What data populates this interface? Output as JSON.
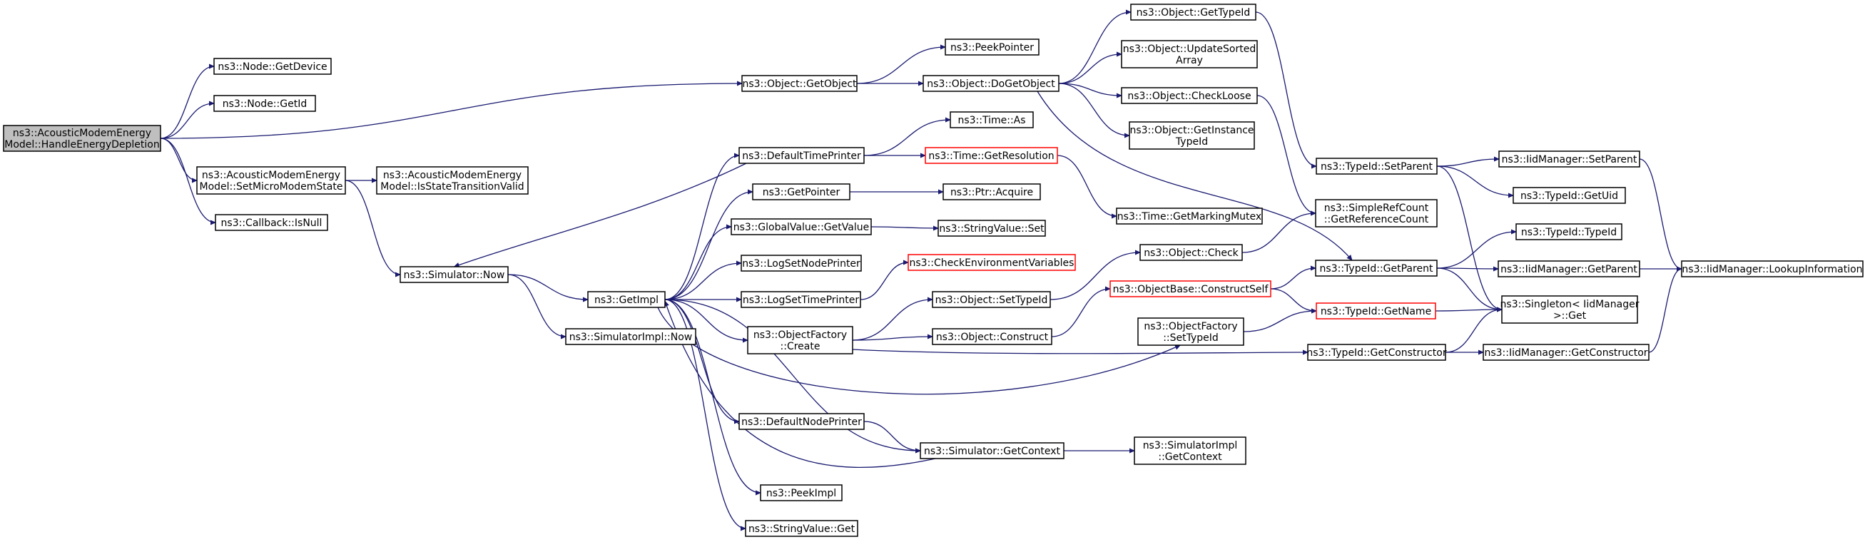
{
  "colors": {
    "edge": "#191970",
    "node_border": "#000000",
    "node_border_incomplete": "#ff0000",
    "root_fill": "#bfbfbf"
  },
  "nodes": {
    "root": [
      "ns3::AcousticModemEnergy",
      "Model::HandleEnergyDepletion"
    ],
    "node_getdevice": [
      "ns3::Node::GetDevice"
    ],
    "node_getid": [
      "ns3::Node::GetId"
    ],
    "setmicromodemstate": [
      "ns3::AcousticModemEnergy",
      "Model::SetMicroModemState"
    ],
    "isstatetransitionvalid": [
      "ns3::AcousticModemEnergy",
      "Model::IsStateTransitionValid"
    ],
    "callback_isnull": [
      "ns3::Callback::IsNull"
    ],
    "simulator_now": [
      "ns3::Simulator::Now"
    ],
    "simulatorimpl_now": [
      "ns3::SimulatorImpl::Now"
    ],
    "getimpl": [
      "ns3::GetImpl"
    ],
    "object_getobject": [
      "ns3::Object::GetObject"
    ],
    "peekpointer": [
      "ns3::PeekPointer"
    ],
    "object_dogetobject": [
      "ns3::Object::DoGetObject"
    ],
    "object_gettypeid": [
      "ns3::Object::GetTypeId"
    ],
    "object_updatesortedarray": [
      "ns3::Object::UpdateSorted",
      "Array"
    ],
    "object_checkloose": [
      "ns3::Object::CheckLoose"
    ],
    "object_getinstancetypeid": [
      "ns3::Object::GetInstance",
      "TypeId"
    ],
    "defaulttimeprinter": [
      "ns3::DefaultTimePrinter"
    ],
    "time_as": [
      "ns3::Time::As"
    ],
    "time_getresolution": [
      "ns3::Time::GetResolution"
    ],
    "time_getmarkingmutex": [
      "ns3::Time::GetMarkingMutex"
    ],
    "getpointer": [
      "ns3::GetPointer"
    ],
    "ptr_acquire": [
      "ns3::Ptr::Acquire"
    ],
    "globalvalue_getvalue": [
      "ns3::GlobalValue::GetValue"
    ],
    "stringvalue_set": [
      "ns3::StringValue::Set"
    ],
    "logsetnodeprinter": [
      "ns3::LogSetNodePrinter"
    ],
    "checkenvironmentvariables": [
      "ns3::CheckEnvironmentVariables"
    ],
    "logsettimeprinter": [
      "ns3::LogSetTimePrinter"
    ],
    "object_settypeid": [
      "ns3::Object::SetTypeId"
    ],
    "object_check": [
      "ns3::Object::Check"
    ],
    "objectfactory_create": [
      "ns3::ObjectFactory",
      "::Create"
    ],
    "object_construct": [
      "ns3::Object::Construct"
    ],
    "objectbase_constructself": [
      "ns3::ObjectBase::ConstructSelf"
    ],
    "objectfactory_settypeid": [
      "ns3::ObjectFactory",
      "::SetTypeId"
    ],
    "typeid_setparent": [
      "ns3::TypeId::SetParent"
    ],
    "simplerefcount_getreferencecount": [
      "ns3::SimpleRefCount",
      "::GetReferenceCount"
    ],
    "typeid_getparent": [
      "ns3::TypeId::GetParent"
    ],
    "typeid_getname": [
      "ns3::TypeId::GetName"
    ],
    "typeid_getconstructor": [
      "ns3::TypeId::GetConstructor"
    ],
    "iidmanager_setparent": [
      "ns3::IidManager::SetParent"
    ],
    "typeid_getuid": [
      "ns3::TypeId::GetUid"
    ],
    "typeid_typeid": [
      "ns3::TypeId::TypeId"
    ],
    "iidmanager_getparent": [
      "ns3::IidManager::GetParent"
    ],
    "singleton_get": [
      "ns3::Singleton< IidManager",
      " >::Get"
    ],
    "iidmanager_getconstructor": [
      "ns3::IidManager::GetConstructor"
    ],
    "iidmanager_lookupinformation": [
      "ns3::IidManager::LookupInformation"
    ],
    "defaultnodeprinter": [
      "ns3::DefaultNodePrinter"
    ],
    "simulator_getcontext": [
      "ns3::Simulator::GetContext"
    ],
    "simulatorimpl_getcontext": [
      "ns3::SimulatorImpl",
      "::GetContext"
    ],
    "peekimpl": [
      "ns3::PeekImpl"
    ],
    "stringvalue_get": [
      "ns3::StringValue::Get"
    ]
  },
  "incomplete_nodes": [
    "time_getresolution",
    "checkenvironmentvariables",
    "objectbase_constructself",
    "typeid_getname"
  ],
  "edges": [
    [
      "root",
      "node_getdevice"
    ],
    [
      "root",
      "node_getid"
    ],
    [
      "root",
      "object_getobject"
    ],
    [
      "root",
      "setmicromodemstate"
    ],
    [
      "root",
      "callback_isnull"
    ],
    [
      "setmicromodemstate",
      "isstatetransitionvalid"
    ],
    [
      "setmicromodemstate",
      "simulator_now"
    ],
    [
      "simulator_now",
      "getimpl"
    ],
    [
      "simulator_now",
      "simulatorimpl_now"
    ],
    [
      "object_getobject",
      "peekpointer"
    ],
    [
      "object_getobject",
      "object_dogetobject"
    ],
    [
      "object_dogetobject",
      "object_gettypeid"
    ],
    [
      "object_dogetobject",
      "object_updatesortedarray"
    ],
    [
      "object_dogetobject",
      "object_checkloose"
    ],
    [
      "object_dogetobject",
      "object_getinstancetypeid"
    ],
    [
      "object_dogetobject",
      "typeid_getparent"
    ],
    [
      "object_gettypeid",
      "typeid_setparent"
    ],
    [
      "object_checkloose",
      "simplerefcount_getreferencecount"
    ],
    [
      "getimpl",
      "defaulttimeprinter"
    ],
    [
      "getimpl",
      "getpointer"
    ],
    [
      "getimpl",
      "globalvalue_getvalue"
    ],
    [
      "getimpl",
      "logsetnodeprinter"
    ],
    [
      "getimpl",
      "logsettimeprinter"
    ],
    [
      "getimpl",
      "objectfactory_create"
    ],
    [
      "getimpl",
      "objectfactory_settypeid"
    ],
    [
      "getimpl",
      "defaultnodeprinter"
    ],
    [
      "getimpl",
      "simulator_getcontext"
    ],
    [
      "getimpl",
      "peekimpl"
    ],
    [
      "getimpl",
      "stringvalue_get"
    ],
    [
      "defaulttimeprinter",
      "time_as"
    ],
    [
      "defaulttimeprinter",
      "time_getresolution"
    ],
    [
      "defaulttimeprinter",
      "simulator_now"
    ],
    [
      "time_getresolution",
      "time_getmarkingmutex"
    ],
    [
      "getpointer",
      "ptr_acquire"
    ],
    [
      "globalvalue_getvalue",
      "stringvalue_set"
    ],
    [
      "logsettimeprinter",
      "checkenvironmentvariables"
    ],
    [
      "objectfactory_create",
      "object_settypeid"
    ],
    [
      "objectfactory_create",
      "object_construct"
    ],
    [
      "objectfactory_create",
      "typeid_getconstructor"
    ],
    [
      "object_settypeid",
      "object_check"
    ],
    [
      "object_check",
      "simplerefcount_getreferencecount"
    ],
    [
      "object_construct",
      "objectbase_constructself"
    ],
    [
      "objectbase_constructself",
      "typeid_getparent"
    ],
    [
      "objectbase_constructself",
      "typeid_getname"
    ],
    [
      "objectfactory_settypeid",
      "typeid_getname"
    ],
    [
      "typeid_setparent",
      "iidmanager_setparent"
    ],
    [
      "typeid_setparent",
      "typeid_getuid"
    ],
    [
      "typeid_setparent",
      "singleton_get"
    ],
    [
      "typeid_getparent",
      "typeid_typeid"
    ],
    [
      "typeid_getparent",
      "iidmanager_getparent"
    ],
    [
      "typeid_getparent",
      "singleton_get"
    ],
    [
      "typeid_getname",
      "singleton_get"
    ],
    [
      "typeid_getconstructor",
      "iidmanager_getconstructor"
    ],
    [
      "typeid_getconstructor",
      "singleton_get"
    ],
    [
      "iidmanager_setparent",
      "iidmanager_lookupinformation"
    ],
    [
      "iidmanager_getparent",
      "iidmanager_lookupinformation"
    ],
    [
      "iidmanager_getconstructor",
      "iidmanager_lookupinformation"
    ],
    [
      "defaultnodeprinter",
      "simulator_getcontext"
    ],
    [
      "simulator_getcontext",
      "simulatorimpl_getcontext"
    ],
    [
      "simulator_getcontext",
      "getimpl"
    ]
  ]
}
